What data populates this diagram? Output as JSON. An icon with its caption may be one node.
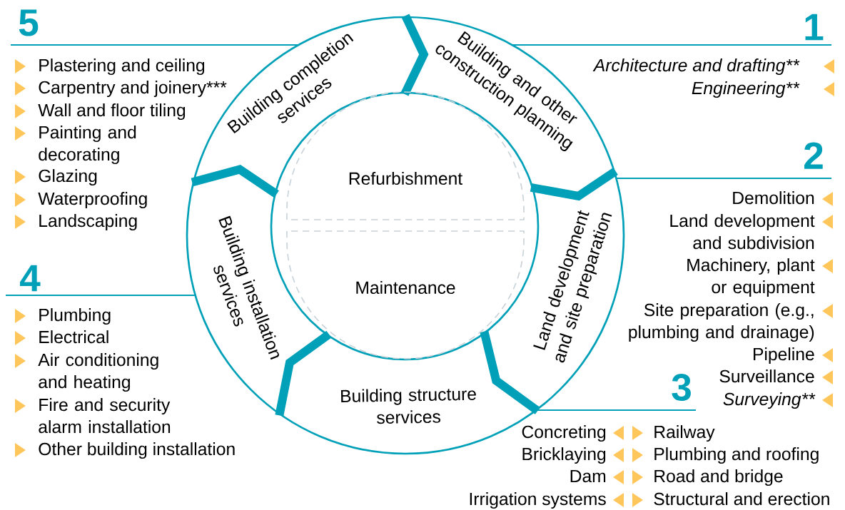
{
  "diagram": {
    "nodes": [
      {
        "text": [
          "Building and other construction planning"
        ]
      },
      {
        "text": [
          "Land development and site preparation"
        ]
      },
      {
        "text": [
          "Building structure services"
        ]
      },
      {
        "text": [
          "Building installation services"
        ]
      },
      {
        "text": [
          "Building completion services"
        ]
      },
      {
        "text": [
          "Refurbishment"
        ]
      },
      {
        "text": [
          "Maintenance"
        ]
      }
    ],
    "labels": [
      "5",
      "1",
      "Plastering and ceiling",
      "Carpentry and joinery***",
      "Wall and floor tiling",
      "Painting and decorating",
      "Glazing",
      "Waterproofing",
      "Landscaping",
      "Architecture and drafting**",
      "Engineering**",
      "2",
      "Demolition",
      "Land development and subdivision",
      "Machinery, plant or equipment",
      "Site preparation (e.g., plumbing and drainage)",
      "Pipeline",
      "Surveillance",
      "Surveying**",
      "4",
      "Plumbing",
      "Electrical",
      "Air conditioning and heating",
      "Fire and security alarm installation",
      "Other building installation",
      "3",
      "Concreting",
      "Railway",
      "Bricklaying",
      "Plumbing and roofing",
      "Dam",
      "Road and bridge",
      "Irrigation systems",
      "Structural and erection"
    ]
  }
}
